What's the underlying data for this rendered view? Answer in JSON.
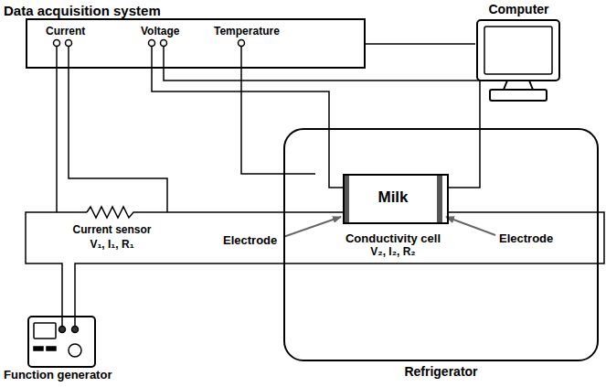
{
  "diagram": {
    "nodes": [
      {
        "text": [
          "Data acquisition system",
          "Current",
          "Voltage",
          "Temperature"
        ]
      },
      {
        "text": [
          "Computer"
        ]
      },
      {
        "text": [
          "Current sensor",
          "V₁, I₁, R₁"
        ]
      },
      {
        "text": [
          "Refrigerator"
        ]
      },
      {
        "text": [
          "Milk",
          "Conductivity cell",
          "V₂, I₂, R₂"
        ],
        "in": 3
      },
      {
        "text": [
          "Function generator"
        ]
      }
    ],
    "edges": [
      {
        "from": 0,
        "to": 1,
        "arrow": "none"
      },
      {
        "from": 2,
        "to": 0,
        "arrow": "none"
      },
      {
        "from": 2,
        "to": 0,
        "arrow": "none"
      },
      {
        "from": 0,
        "to": 4,
        "arrow": "none"
      },
      {
        "from": 0,
        "to": 4,
        "arrow": "none"
      },
      {
        "from": 0,
        "to": 3,
        "arrow": "none"
      },
      {
        "from": 5,
        "to": 2,
        "arrow": "none"
      },
      {
        "from": 2,
        "to": 4,
        "arrow": "none"
      },
      {
        "from": 4,
        "to": 5,
        "arrow": "none"
      }
    ],
    "labels": [
      "Electrode",
      "Electrode"
    ]
  }
}
